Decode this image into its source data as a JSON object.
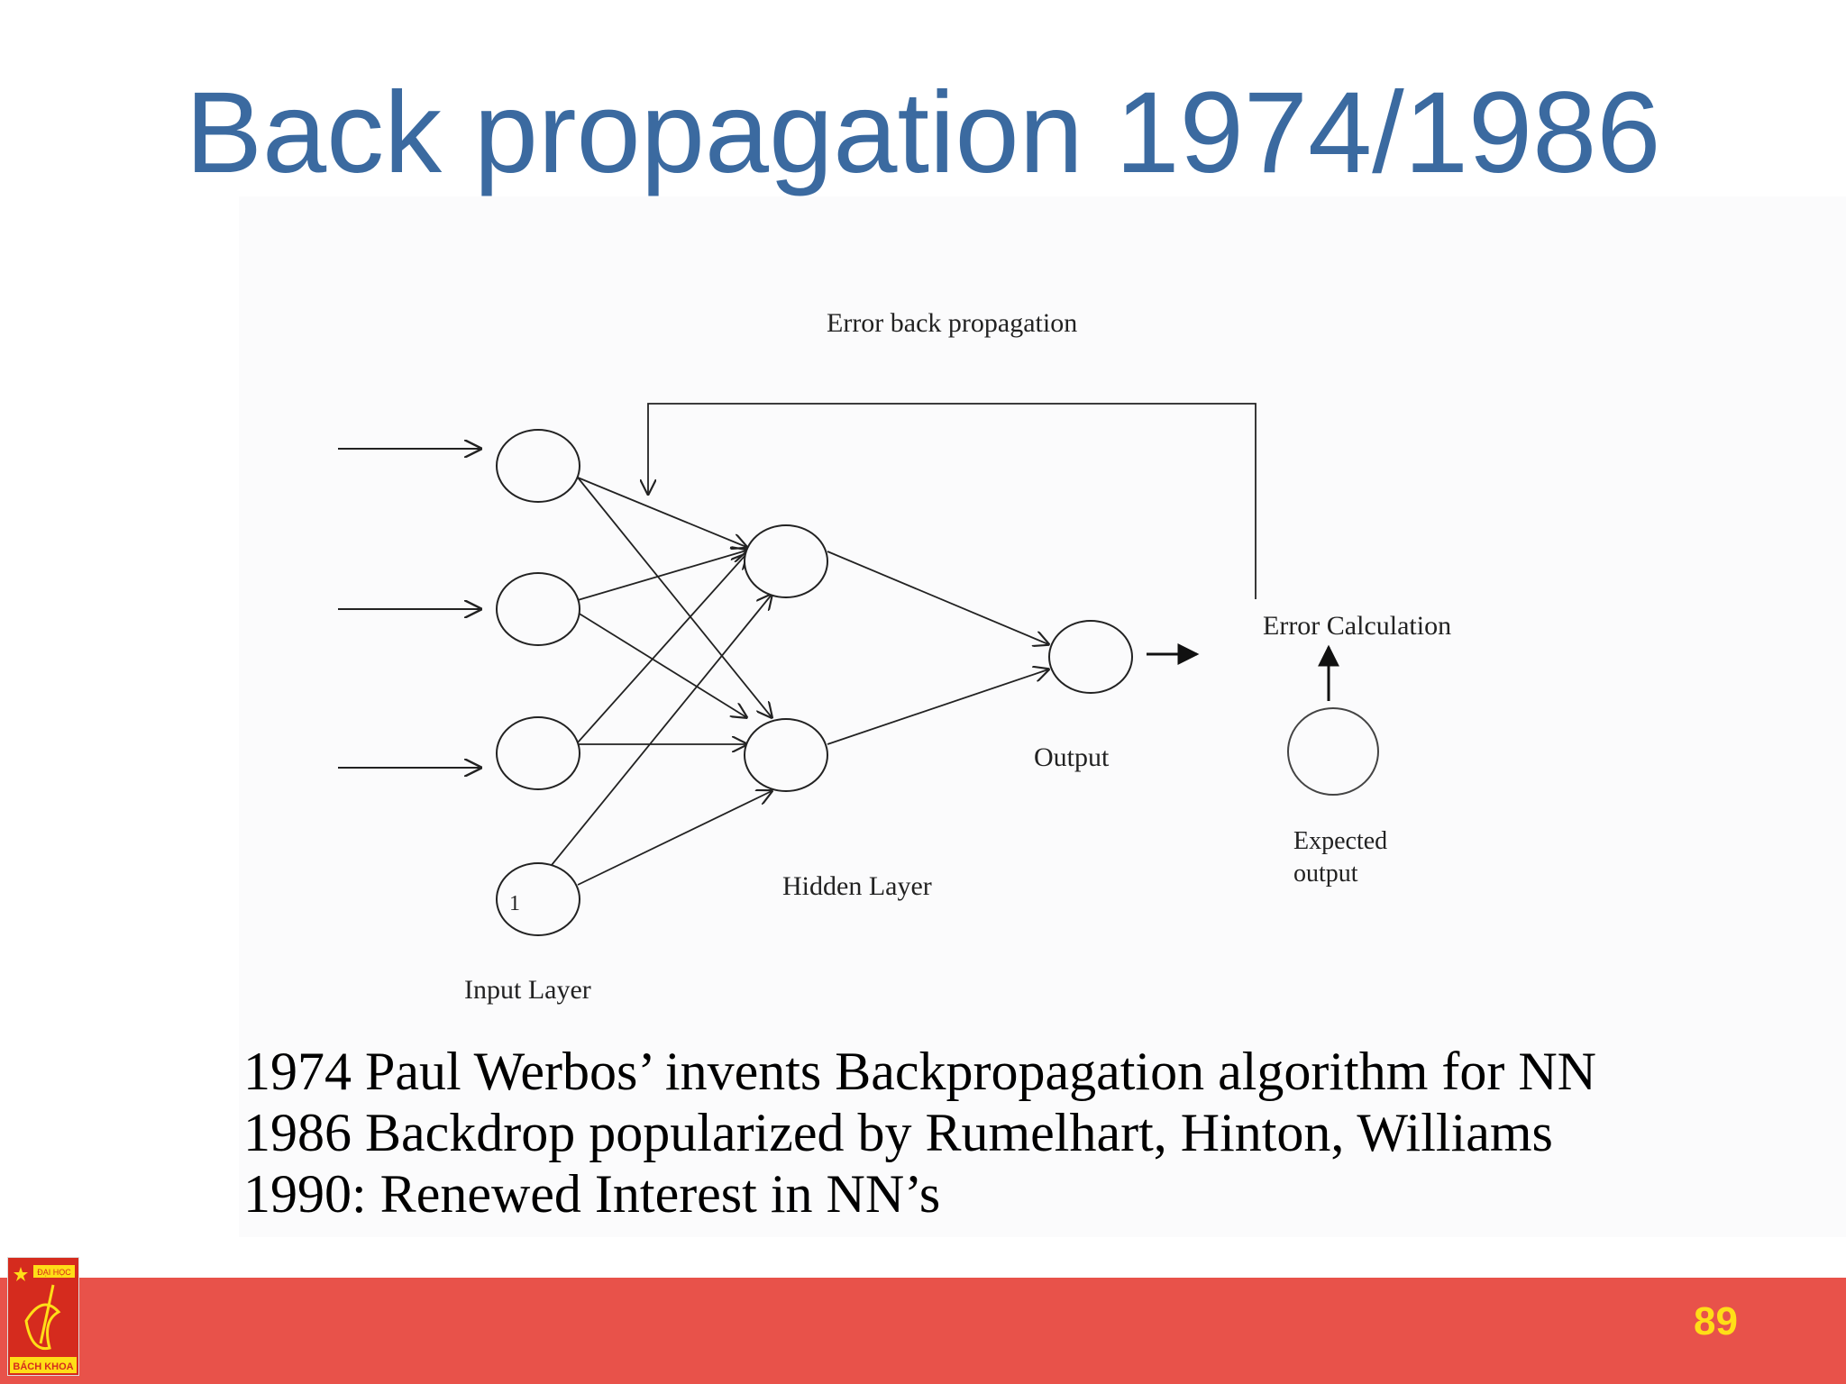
{
  "slide": {
    "title": "Back propagation 1974/1986",
    "page_number": "89"
  },
  "diagram": {
    "top_label": "Error back propagation",
    "error_calc_label": "Error Calculation",
    "output_label": "Output",
    "hidden_label": "Hidden Layer",
    "input_label": "Input Layer",
    "expected_label_line1": "Expected",
    "expected_label_line2": "output",
    "bias_node_label": "1"
  },
  "caption": {
    "lines": [
      "1974 Paul Werbos’ invents Backpropagation algorithm for NN",
      "1986 Backdrop popularized by Rumelhart, Hinton, Williams",
      "1990: Renewed Interest in NN’s"
    ]
  },
  "logo": {
    "text_top": "ĐẠI HỌC",
    "text_bottom": "BÁCH KHOA",
    "colors": {
      "red": "#d52b1e",
      "yellow": "#ffde17"
    }
  }
}
